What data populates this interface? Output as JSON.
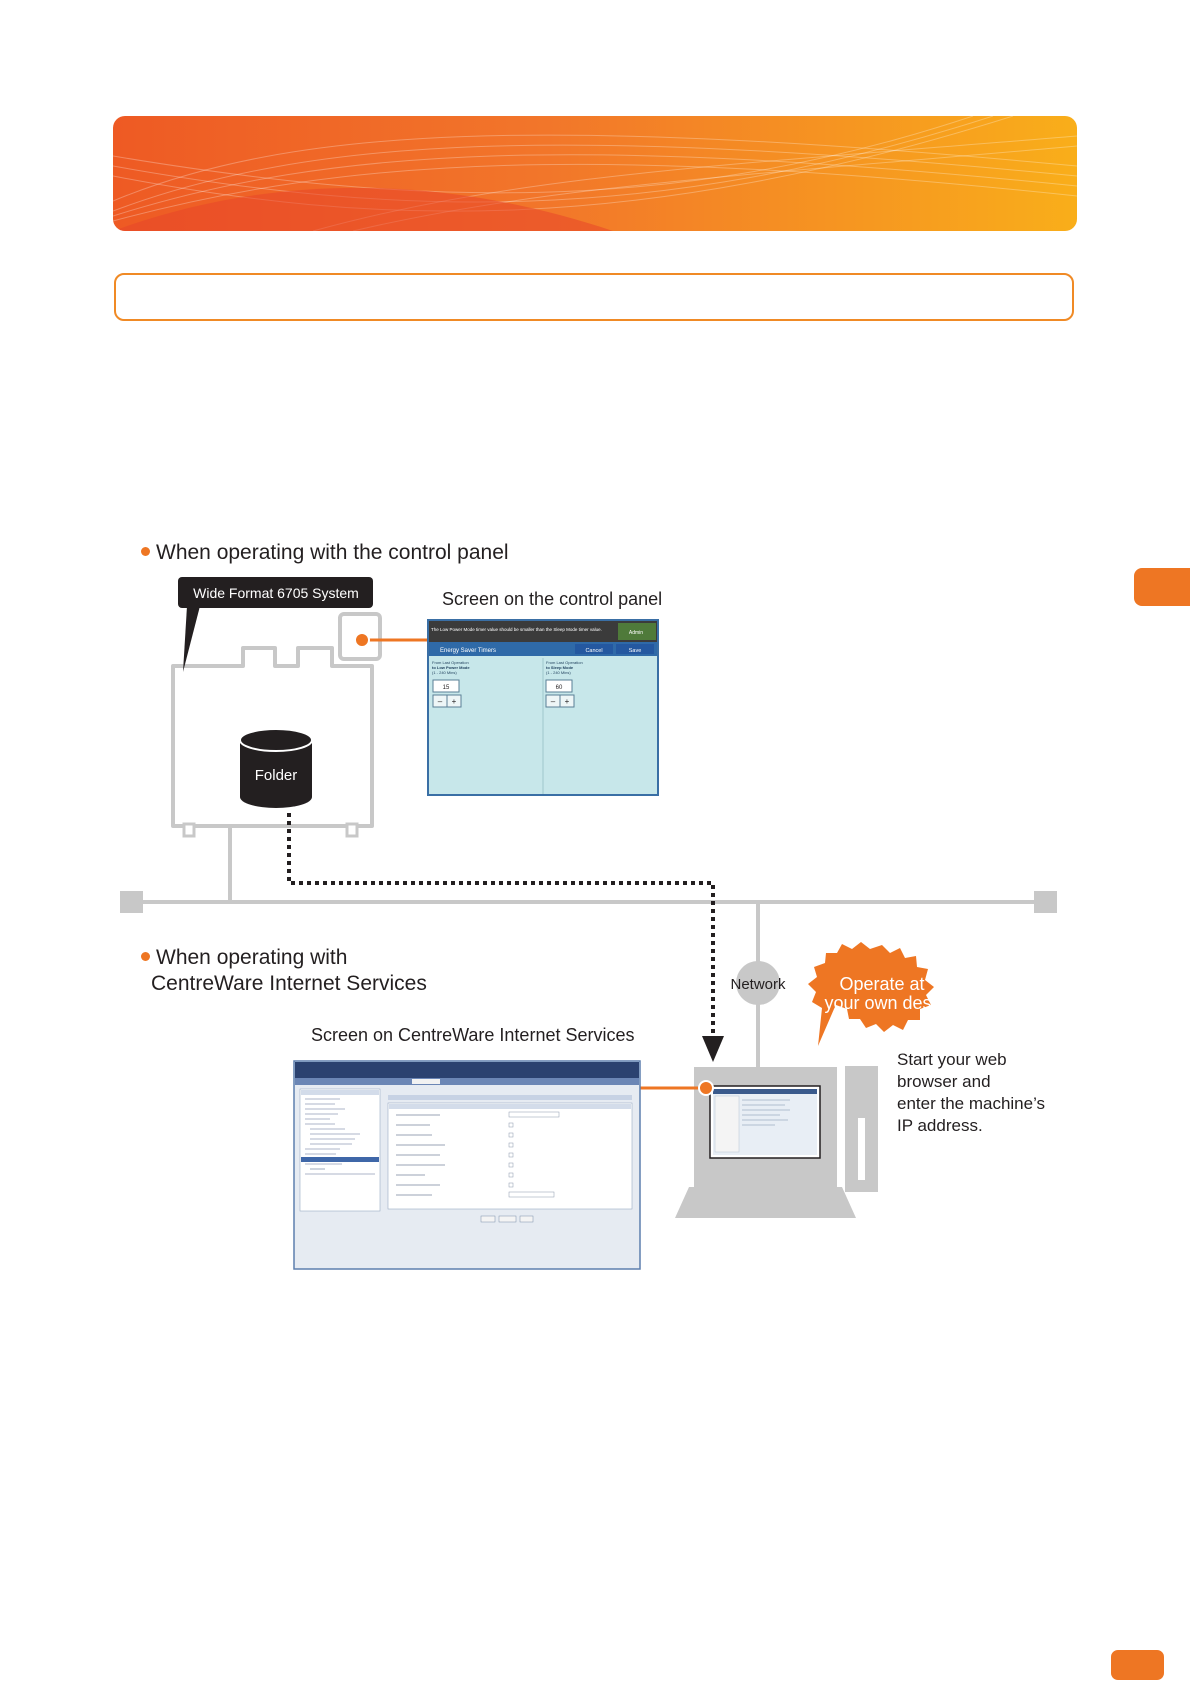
{
  "sections": {
    "control_panel": {
      "heading": "When operating with the control panel",
      "device_label": "Wide Format 6705 System",
      "folder_label": "Folder",
      "screen_caption": "Screen on the control panel",
      "screen": {
        "message": "The Low Power Mode timer value should be smaller than the Sleep Mode timer value.",
        "admin_label": "Admin",
        "title": "Energy Saver Timers",
        "cancel_label": "Cancel",
        "save_label": "Save",
        "left_field": {
          "line1": "From Last Operation",
          "line2": "to Low Power Mode",
          "line3": "(1 - 240 Mins)",
          "value": "15"
        },
        "right_field": {
          "line1": "From Last Operation",
          "line2": "to Sleep Mode",
          "line3": "(1 - 240 Mins)",
          "value": "60"
        },
        "minus": "–",
        "plus": "+"
      }
    },
    "network": {
      "label": "Network"
    },
    "cwis": {
      "heading_line1": "When operating with",
      "heading_line2": "CentreWare Internet Services",
      "screen_caption": "Screen on CentreWare Internet Services",
      "callout_line1": "Operate at",
      "callout_line2": "your own desk!",
      "desk_text": [
        "Start your web",
        "browser and",
        "enter the machine’s",
        "IP address."
      ]
    }
  },
  "colors": {
    "accent": "#ee7623",
    "gray": "#c8c8c8",
    "dark": "#231f20"
  }
}
